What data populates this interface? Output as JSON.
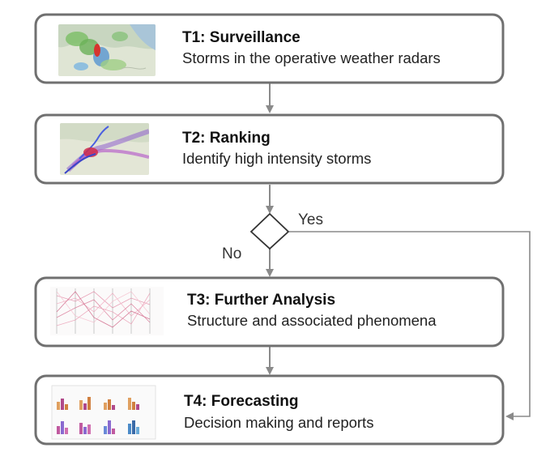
{
  "colors": {
    "box_border": "#707070",
    "arrow": "#8a8a8a",
    "text": "#111111"
  },
  "steps": [
    {
      "id": "t1",
      "title": "T1: Surveillance",
      "subtitle": "Storms in the operative weather radars",
      "thumbnail": "radar-map-icon"
    },
    {
      "id": "t2",
      "title": "T2: Ranking",
      "subtitle": "Identify high intensity storms",
      "thumbnail": "storm-tracks-map-icon"
    },
    {
      "id": "t3",
      "title": "T3: Further Analysis",
      "subtitle": "Structure and associated phenomena",
      "thumbnail": "parallel-coordinates-icon"
    },
    {
      "id": "t4",
      "title": "T4: Forecasting",
      "subtitle": "Decision making and reports",
      "thumbnail": "bar-chart-grid-icon"
    }
  ],
  "decision": {
    "yes_label": "Yes",
    "no_label": "No"
  }
}
